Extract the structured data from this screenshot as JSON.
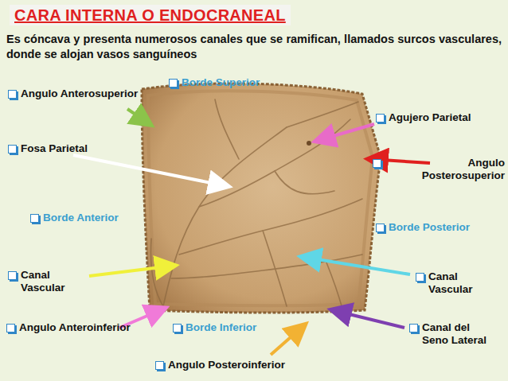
{
  "diagram": {
    "title": "CARA INTERNA O ENDOCRANEAL",
    "labels": [
      "Es cóncava y presenta numerosos canales que se ramifican, llamados surcos vasculares, donde se alojan vasos sanguíneos",
      "Borde Superior",
      "Angulo Anterosuperior",
      "Agujero Parietal",
      "Fosa Parietal",
      "Angulo Posterosuperior",
      "Borde Anterior",
      "Borde Posterior",
      "Canal Vascular",
      "Canal Vascular",
      "Angulo Anteroinferior",
      "Borde Inferior",
      "Canal del Seno Lateral",
      "Angulo Posteroinferior"
    ]
  }
}
